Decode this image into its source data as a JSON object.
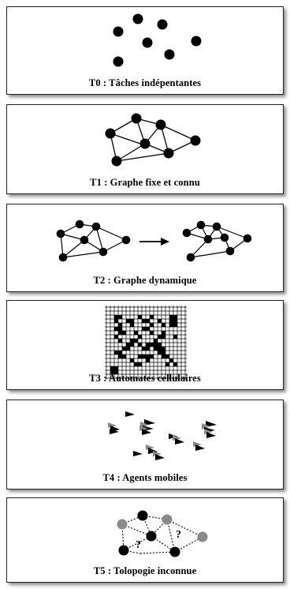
{
  "panels": [
    {
      "id": "t0",
      "caption": "T0 : Tâches indépentantes"
    },
    {
      "id": "t1",
      "caption": "T1 : Graphe fixe et connu"
    },
    {
      "id": "t2",
      "caption": "T2 : Graphe dynamique"
    },
    {
      "id": "t3",
      "caption": "T3 : Automates cellulaires"
    },
    {
      "id": "t4",
      "caption": "T4 : Agents mobiles"
    },
    {
      "id": "t5",
      "caption": "T5 : Tolopogie inconnue",
      "unknown_marks": [
        "?",
        "?"
      ]
    }
  ],
  "colors": {
    "node": "#000000",
    "agent_gray": "#8a8a8a",
    "border": "#222222"
  }
}
